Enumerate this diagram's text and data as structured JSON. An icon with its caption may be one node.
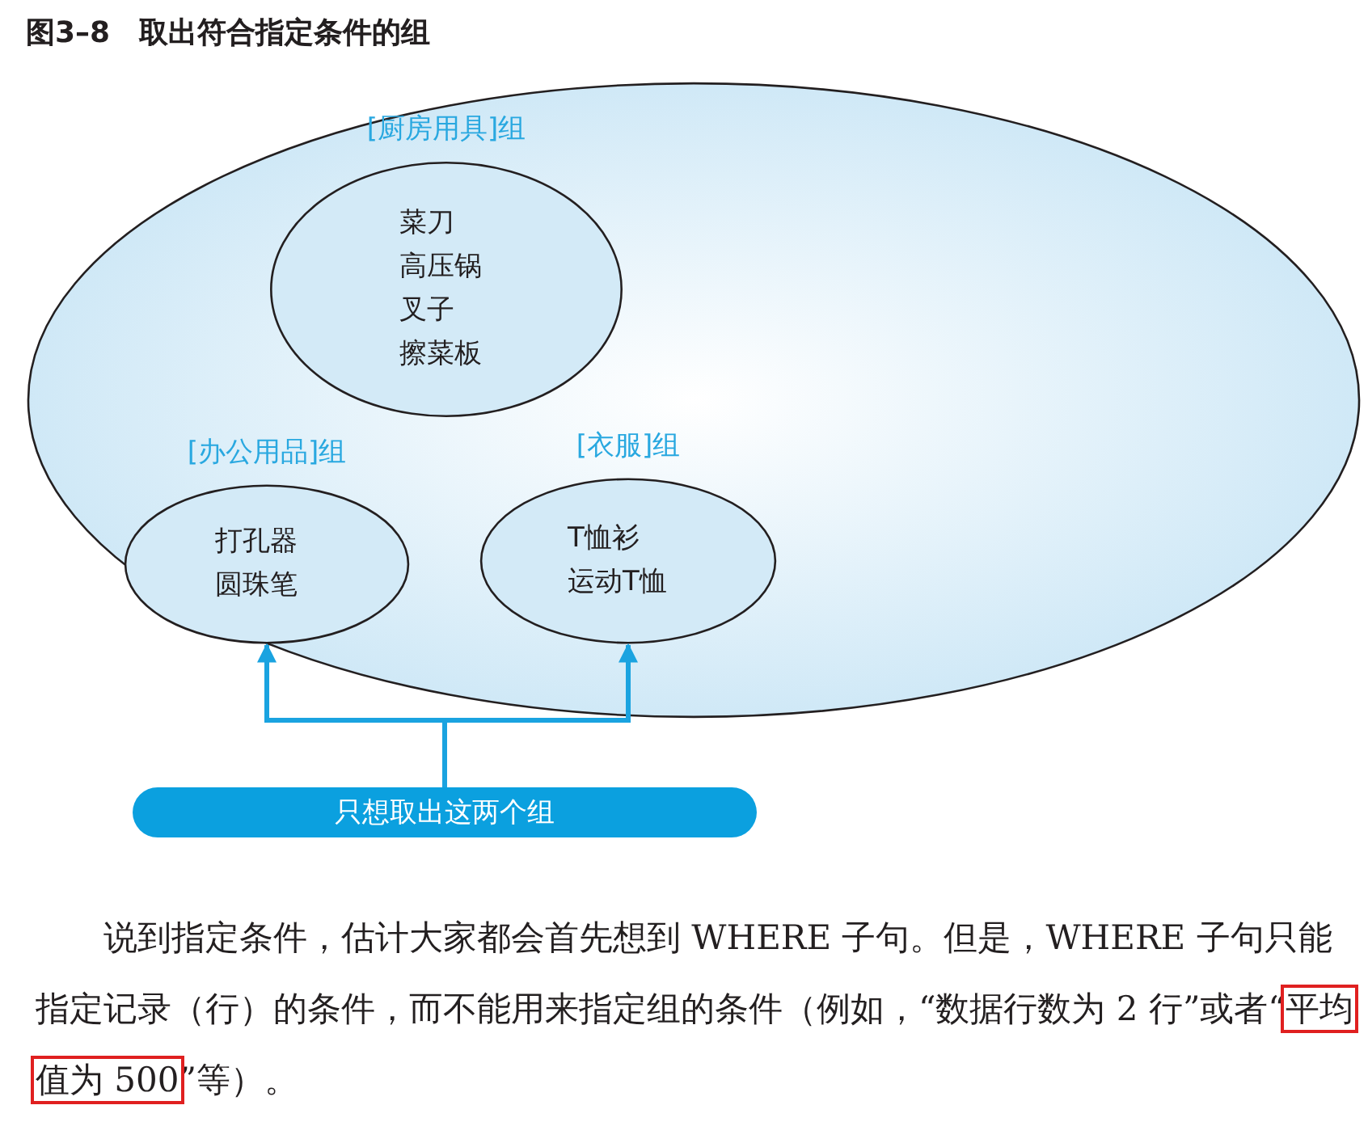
{
  "diagram": {
    "title": "图3–8　取出符合指定条件的组",
    "nodes": [
      {
        "text": [],
        "shape": "circle"
      },
      {
        "text": [
          "[厨房用具]组",
          "菜刀",
          "高压锅",
          "叉子",
          "擦菜板"
        ],
        "in": 0
      },
      {
        "text": [
          "[办公用品]组",
          "打孔器",
          "圆珠笔"
        ],
        "in": 0
      },
      {
        "text": [
          "[衣服]组",
          "T恤衫",
          "运动T恤"
        ],
        "in": 0
      },
      {
        "text": [
          "只想取出这两个组"
        ]
      }
    ],
    "edges": [
      {
        "from": 4,
        "to": 2,
        "arrow": "to"
      },
      {
        "from": 4,
        "to": 3,
        "arrow": "to"
      }
    ],
    "labels": [
      "说到指定条件，估计大家都会首先想到 WHERE 子句。但是，WHERE 子句只能指定记录（行）的条件，而不能用来指定组的条件（例如，“数据行数为 2 行”或者“**平均值为 500**”等）。"
    ]
  }
}
